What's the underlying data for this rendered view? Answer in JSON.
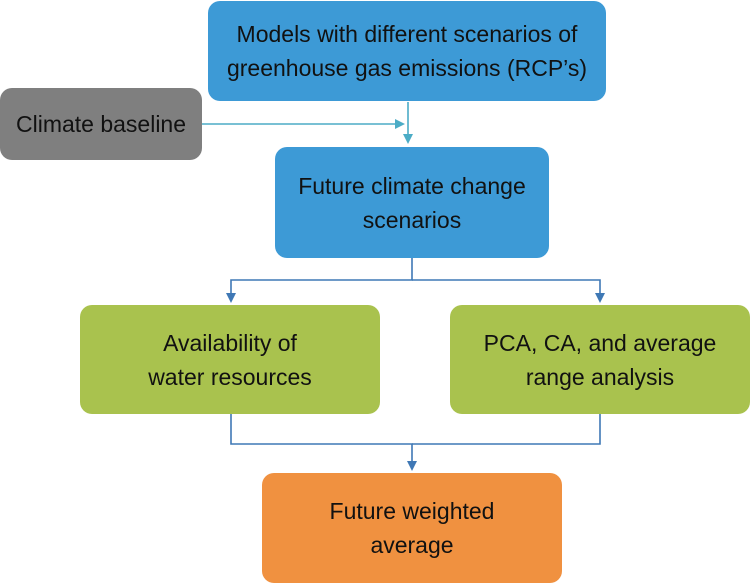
{
  "diagram": {
    "nodes": {
      "models": {
        "lines": [
          "Models with different scenarios of",
          "greenhouse gas emissions (RCP’s)"
        ]
      },
      "baseline": {
        "lines": [
          "Climate baseline"
        ]
      },
      "future_scenarios": {
        "lines": [
          "Future climate change",
          "scenarios"
        ]
      },
      "water": {
        "lines": [
          "Availability of",
          "water resources"
        ]
      },
      "pca": {
        "lines": [
          "PCA, CA, and average",
          "range analysis"
        ]
      },
      "weighted": {
        "lines": [
          "Future weighted",
          "average"
        ]
      }
    },
    "colors": {
      "blue_box": "#3d9ad6",
      "grey_box": "#7f7f7f",
      "green_box": "#a9c24e",
      "orange_box": "#f09140",
      "connector_blue": "#3f78b5",
      "connector_teal": "#4bacc6"
    }
  }
}
